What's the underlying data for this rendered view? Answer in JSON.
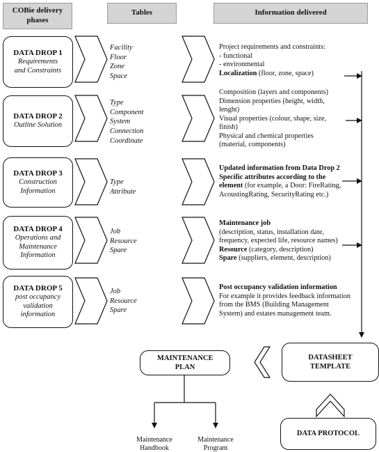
{
  "headers": {
    "phases": "COBie delivery phases",
    "tables": "Tables",
    "info": "Information delivered"
  },
  "drops": [
    {
      "title": "DATA DROP 1",
      "subtitle": [
        "Requirements",
        "and Constraints"
      ],
      "tables": [
        "Facility",
        "Floor",
        "Zone",
        "Space"
      ],
      "info": [
        [
          {
            "t": "Project requirements and constraints:"
          }
        ],
        [
          {
            "t": "- functional"
          }
        ],
        [
          {
            "t": "- environmental"
          }
        ],
        [
          {
            "t": "Localization",
            "b": true
          },
          {
            "t": " (floor, zone, space)"
          }
        ]
      ]
    },
    {
      "title": "DATA DROP 2",
      "subtitle": [
        "Outline Solution"
      ],
      "tables": [
        "Type",
        "Component",
        "System",
        "Connection",
        "Coordinate"
      ],
      "info": [
        [
          {
            "t": "Composition (layers and components)"
          }
        ],
        [
          {
            "t": "Dimension properties (height, width,"
          }
        ],
        [
          {
            "t": "lenght)"
          }
        ],
        [
          {
            "t": "Visual properties (colour, shape, size,"
          }
        ],
        [
          {
            "t": "finish)"
          }
        ],
        [
          {
            "t": "Physical and chemical properties"
          }
        ],
        [
          {
            "t": "(material, components)"
          }
        ]
      ]
    },
    {
      "title": "DATA DROP 3",
      "subtitle": [
        "Construction",
        "Information"
      ],
      "tables": [
        "Type",
        "Attribute"
      ],
      "info": [
        [
          {
            "t": "Updated information from Data Drop 2",
            "b": true
          }
        ],
        [
          {
            "t": "Specific attributes according to the",
            "b": true
          }
        ],
        [
          {
            "t": "element",
            "b": true
          },
          {
            "t": " (for example, a Door: FireRating,"
          }
        ],
        [
          {
            "t": "AcoustingRating, SecurityRating etc.)"
          }
        ]
      ]
    },
    {
      "title": "DATA DROP 4",
      "subtitle": [
        "Operations and",
        "Maintenance",
        "Information"
      ],
      "tables": [
        "Job",
        "Resource",
        "Spare"
      ],
      "info": [
        [
          {
            "t": "Maintenance job",
            "b": true
          }
        ],
        [
          {
            "t": "(description, status, installation date,"
          }
        ],
        [
          {
            "t": "frequency, expected life, resource names)"
          }
        ],
        [
          {
            "t": "Resource",
            "b": true
          },
          {
            "t": " (category, description)"
          }
        ],
        [
          {
            "t": "Spare",
            "b": true
          },
          {
            "t": " (suppliers, element, description)"
          }
        ]
      ]
    },
    {
      "title": "DATA DROP 5",
      "subtitle": [
        "post occupancy",
        "validation",
        "information"
      ],
      "tables": [
        "Job",
        "Resource",
        "Spare"
      ],
      "info": [
        [
          {
            "t": "Post occupancy validation information",
            "b": true
          }
        ],
        [
          {
            "t": "For example it provides feedback information"
          }
        ],
        [
          {
            "t": "from the BMS (Building Management"
          }
        ],
        [
          {
            "t": "System) and estates management team."
          }
        ]
      ]
    }
  ],
  "maintenance_plan": "MAINTENANCE PLAN",
  "datasheet_template": "DATASHEET TEMPLATE",
  "data_protocol": "DATA PROTOCOL",
  "outputs": [
    "Maintenance Handbook",
    "Maintenance Program"
  ]
}
